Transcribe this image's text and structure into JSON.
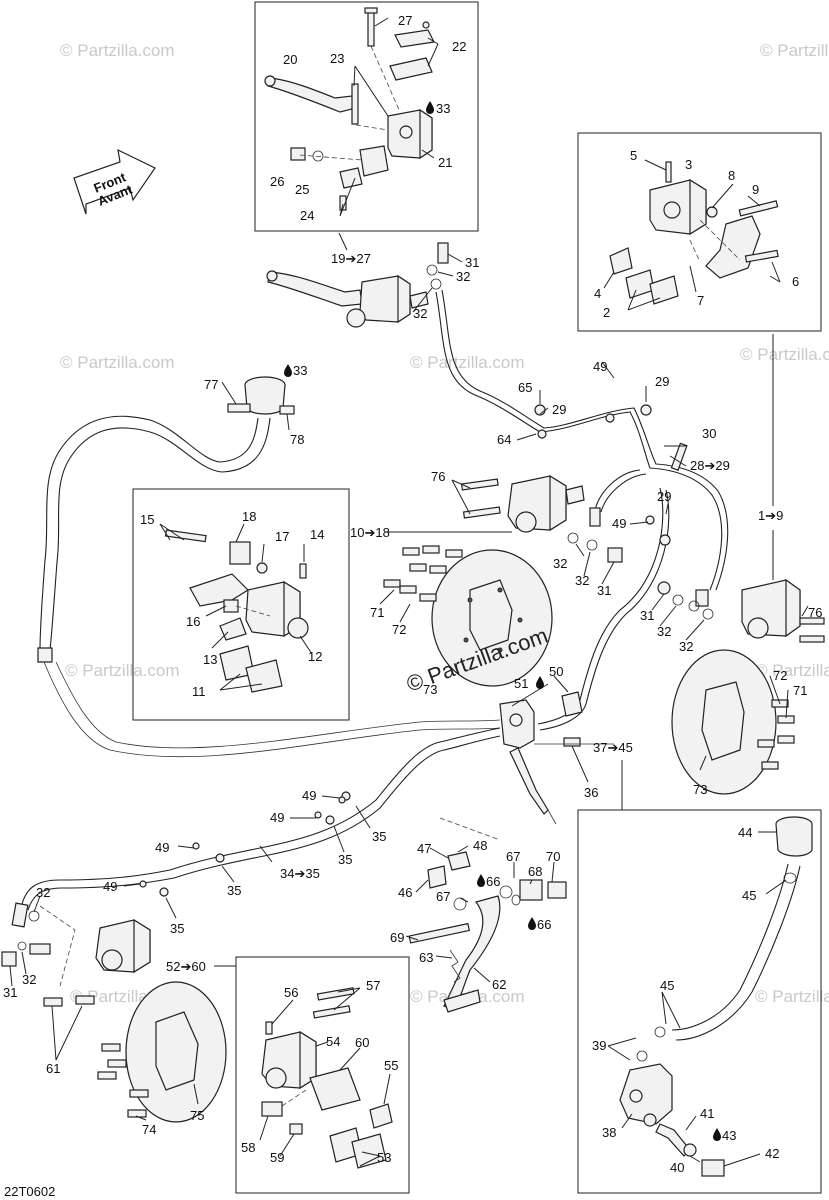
{
  "watermarks": [
    "© Partzilla.com",
    "© Partzilla.com",
    "© Partzilla.com",
    "© Partzilla.com",
    "© Partzilla.com",
    "© Partzilla.com",
    "© Partzilla.com",
    "© Partzilla.com",
    "© Partzilla.com",
    "© Partzilla.com"
  ],
  "center_watermark": "© Partzilla.com",
  "front_arrow": {
    "line1": "Front",
    "line2": "Avant"
  },
  "drawing_code": "22T0602",
  "callouts": {
    "c27": "27",
    "c22": "22",
    "c20": "20",
    "c23": "23",
    "c33a": "33",
    "c21": "21",
    "c26": "26",
    "c25": "25",
    "c24": "24",
    "c19_27": "19➔27",
    "c31a": "31",
    "c32a": "32",
    "c32b": "32",
    "c5": "5",
    "c3": "3",
    "c8": "8",
    "c9": "9",
    "c4": "4",
    "c6": "6",
    "c2": "2",
    "c7": "7",
    "c77": "77",
    "c33b": "33",
    "c78": "78",
    "c49a": "49",
    "c65": "65",
    "c29a": "29",
    "c29b": "29",
    "c64": "64",
    "c30": "30",
    "c28_29": "28➔29",
    "c29c": "29",
    "c76a": "76",
    "c10_18": "10➔18",
    "c49b": "49",
    "c1_9": "1➔9",
    "c15": "15",
    "c18": "18",
    "c17": "17",
    "c14": "14",
    "c16": "16",
    "c13": "13",
    "c12": "12",
    "c11": "11",
    "c71a": "71",
    "c72a": "72",
    "c32c": "32",
    "c32d": "32",
    "c31b": "31",
    "c31c": "31",
    "c32e": "32",
    "c32f": "32",
    "c76b": "76",
    "c72b": "72",
    "c71b": "71",
    "c73a": "73",
    "c51": "51",
    "c50": "50",
    "c37_45": "37➔45",
    "c36": "36",
    "c73b": "73",
    "c49c": "49",
    "c35a": "35",
    "c49d": "49",
    "c35b": "35",
    "c49e": "49",
    "c34_35": "34➔35",
    "c35c": "35",
    "c49f": "49",
    "c35d": "35",
    "c47": "47",
    "c48": "48",
    "c67a": "67",
    "c70": "70",
    "c66a": "66",
    "c46": "46",
    "c68": "68",
    "c67b": "67",
    "c66b": "66",
    "c69": "69",
    "c63": "63",
    "c62": "62",
    "c44": "44",
    "c45a": "45",
    "c45b": "45",
    "c32g": "32",
    "c31d": "31",
    "c32h": "32",
    "c52_60": "52➔60",
    "c61": "61",
    "c74": "74",
    "c75": "75",
    "c56": "56",
    "c57": "57",
    "c54": "54",
    "c60": "60",
    "c55": "55",
    "c58": "58",
    "c59": "59",
    "c53": "53",
    "c39": "39",
    "c38": "38",
    "c41": "41",
    "c43": "43",
    "c40": "40",
    "c42": "42"
  }
}
